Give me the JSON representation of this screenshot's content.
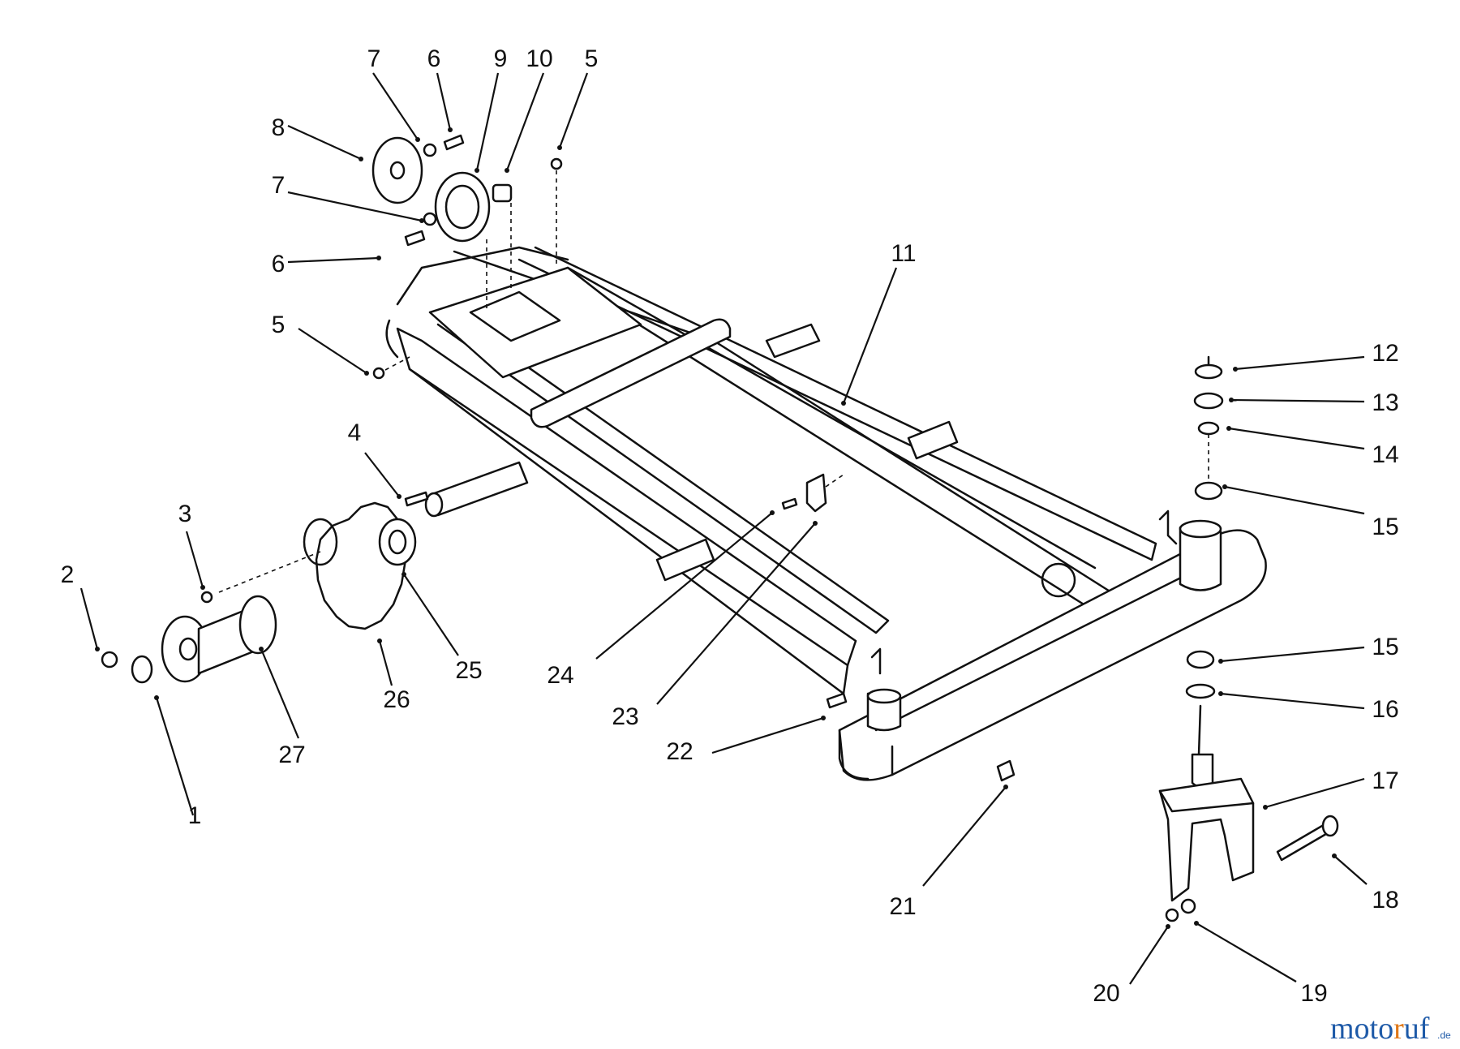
{
  "callouts": [
    {
      "id": "c1",
      "text": "1"
    },
    {
      "id": "c2",
      "text": "2"
    },
    {
      "id": "c3",
      "text": "3"
    },
    {
      "id": "c4",
      "text": "4"
    },
    {
      "id": "c5a",
      "text": "5"
    },
    {
      "id": "c5b",
      "text": "5"
    },
    {
      "id": "c6a",
      "text": "6"
    },
    {
      "id": "c6b",
      "text": "6"
    },
    {
      "id": "c7a",
      "text": "7"
    },
    {
      "id": "c7b",
      "text": "7"
    },
    {
      "id": "c8",
      "text": "8"
    },
    {
      "id": "c9",
      "text": "9"
    },
    {
      "id": "c10",
      "text": "10"
    },
    {
      "id": "c11",
      "text": "11"
    },
    {
      "id": "c12",
      "text": "12"
    },
    {
      "id": "c13",
      "text": "13"
    },
    {
      "id": "c14",
      "text": "14"
    },
    {
      "id": "c15a",
      "text": "15"
    },
    {
      "id": "c15b",
      "text": "15"
    },
    {
      "id": "c16",
      "text": "16"
    },
    {
      "id": "c17",
      "text": "17"
    },
    {
      "id": "c18",
      "text": "18"
    },
    {
      "id": "c19",
      "text": "19"
    },
    {
      "id": "c20",
      "text": "20"
    },
    {
      "id": "c21",
      "text": "21"
    },
    {
      "id": "c22",
      "text": "22"
    },
    {
      "id": "c23",
      "text": "23"
    },
    {
      "id": "c24",
      "text": "24"
    },
    {
      "id": "c25",
      "text": "25"
    },
    {
      "id": "c26",
      "text": "26"
    },
    {
      "id": "c27",
      "text": "27"
    }
  ],
  "watermark": {
    "part1": "moto",
    "part2": "r",
    "part3": "uf",
    "suffix": ".de",
    "colors": {
      "blue": "#1e5aa8",
      "orange": "#e07818"
    }
  }
}
